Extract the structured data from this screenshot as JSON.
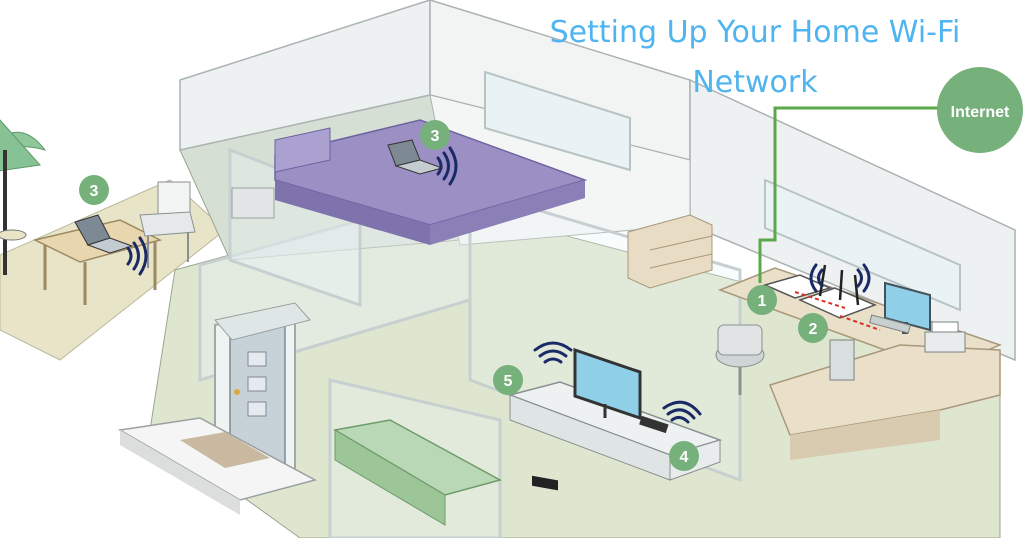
{
  "title": "Setting Up Your Home Wi-Fi Network",
  "internet_label": "Internet",
  "steps": [
    "1",
    "2",
    "3",
    "3",
    "4",
    "5"
  ],
  "colors": {
    "title": "#4fb4ef",
    "badge": "#76b07a",
    "cable": "#5aa84a",
    "signal": "#1a2a66",
    "floor": "#dfe6cf",
    "wall": "#f4f6f6",
    "bed": "#9b8fc4"
  }
}
